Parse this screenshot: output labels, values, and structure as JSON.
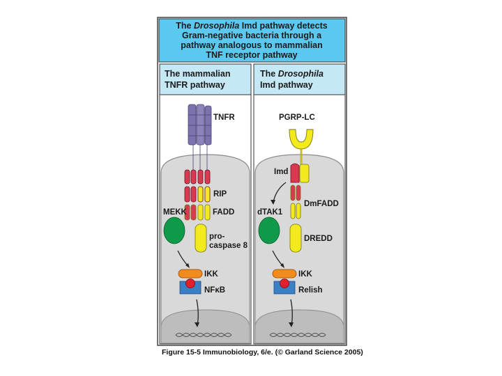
{
  "header": {
    "line1_pre": "The ",
    "line1_italic": "Drosophila",
    "line1_post": " Imd pathway detects",
    "line2": "Gram-negative bacteria through a",
    "line3": "pathway analogous to mammalian",
    "line4": "TNF receptor pathway"
  },
  "left_panel": {
    "title_line1": "The mammalian",
    "title_line2": "TNFR pathway",
    "labels": {
      "tnfr": "TNFR",
      "rip": "RIP",
      "mekk": "MEKK",
      "fadd": "FADD",
      "procaspase_line1": "pro-",
      "procaspase_line2": "caspase 8",
      "ikk": "IKK",
      "nfkb": "NFκB"
    }
  },
  "right_panel": {
    "title_line1_pre": "The ",
    "title_line1_italic": "Drosophila",
    "title_line2": "Imd pathway",
    "labels": {
      "pgrp": "PGRP-LC",
      "imd": "Imd",
      "dmfadd": "DmFADD",
      "dtak1": "dTAK1",
      "dredd": "DREDD",
      "ikk": "IKK",
      "relish": "Relish"
    }
  },
  "caption": "Figure 15-5  Immunobiology, 6/e. (© Garland Science 2005)",
  "colors": {
    "header_bg": "#5bc8f0",
    "panel_title_bg": "#c5e8f7",
    "cell_bg": "#d9d9d9",
    "nucleus_bg": "#bdbdbd",
    "receptor_purple": "#7c72ad",
    "adaptor_red": "#d83a52",
    "adaptor_yellow": "#f2ea1f",
    "kinase_green": "#0f9a4a",
    "ikk_orange": "#f28a1c",
    "nfkb_blue": "#3b7fc4"
  }
}
